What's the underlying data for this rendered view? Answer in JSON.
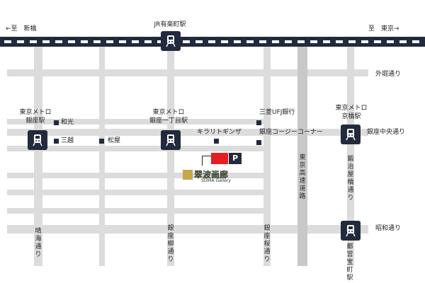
{
  "direction": {
    "left": "←至　新橋",
    "right": "至　東京→"
  },
  "stations": {
    "jr_yurakucho": "JR有楽町駅",
    "ginza_tm": "東京メトロ",
    "ginza": "銀座駅",
    "ginza1_tm": "東京メトロ",
    "ginza1": "銀座一丁目駅",
    "kyobashi_tm": "東京メトロ",
    "kyobashi": "京橋駅",
    "takaracho": "都営宝町駅"
  },
  "landmarks": {
    "wako": "和光",
    "mitsukoshi": "三越",
    "matsuya": "松屋",
    "kirarito": "キラリトギンザ",
    "mufg": "三菱UFJ銀行",
    "mufg_corner": "銀座コージーコーナー"
  },
  "roads": {
    "sotobori": "外堀通り",
    "ginza_chuo": "銀座中央通り",
    "showa": "昭和通り",
    "expressway": "東京高速道路",
    "harumi": "晴海通り",
    "ginza_yanagi": "銀座柳通り",
    "ginza_sakura": "銀座桜通り",
    "kajiyabashi": "鍛治屋橋通り"
  },
  "gallery": {
    "name": "翠波画廊",
    "sub": "SUIHA Gallery"
  },
  "parking": {
    "label": "P"
  },
  "colors": {
    "rail": "#222a3d",
    "parking_red": "#e31e24",
    "road": "#dcdcdc",
    "logo_gold": "#c9a64a"
  },
  "icons": [
    "train-icon"
  ]
}
